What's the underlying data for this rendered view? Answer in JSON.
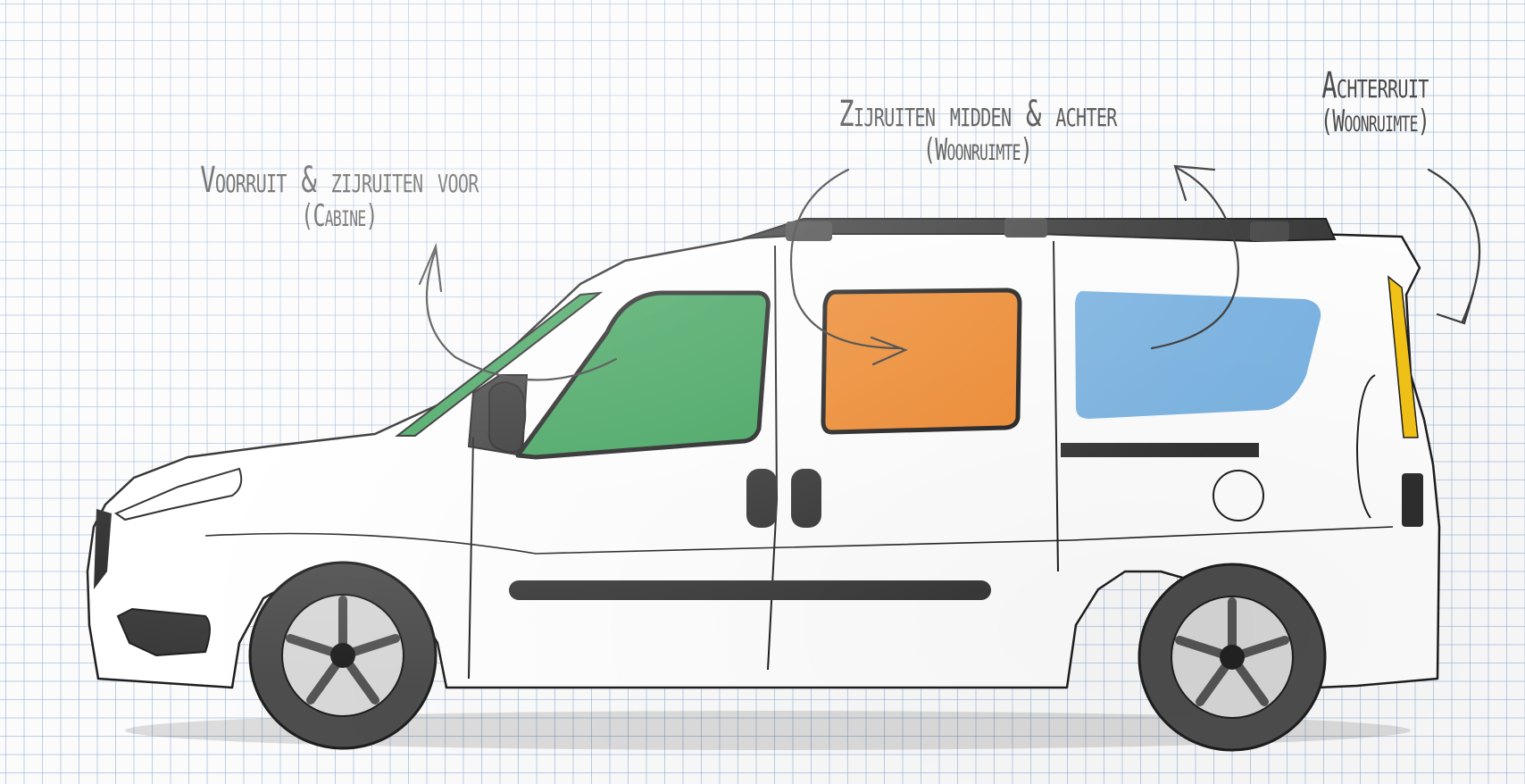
{
  "labels": {
    "cabine": {
      "main": "Voorruit & zijruiten voor",
      "sub": "(Cabine)"
    },
    "midden": {
      "main": "Zijruiten midden & achter",
      "sub": "(Woonruimte)"
    },
    "achter": {
      "main": "Achterruit",
      "sub": "(Woonruimte)"
    }
  },
  "colors": {
    "cabine_glass": "#3fa35c",
    "middle_glass": "#ef8a2f",
    "rear_side_glass": "#7db5e3",
    "rear_window": "#f3c417",
    "outline": "#1e1e1e",
    "tyre": "#4d4d4d",
    "annotation": "#3c3c3c"
  }
}
